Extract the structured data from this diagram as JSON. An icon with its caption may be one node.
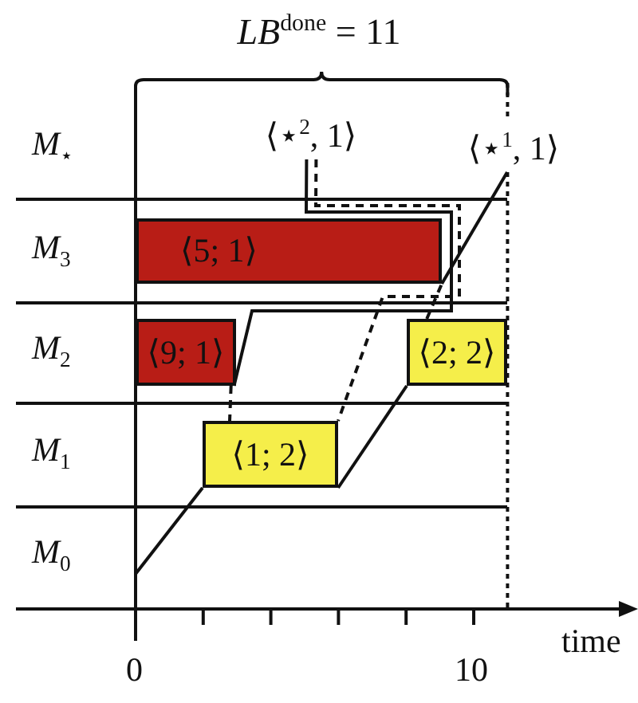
{
  "diagram": {
    "title": "*LB*$^{done}$ = 11",
    "nodes": [
      {
        "text": [
          "⟨⋆$^{2}$, 1⟩"
        ]
      },
      {
        "text": [
          "⟨⋆$^{1}$, 1⟩"
        ]
      },
      {
        "text": [
          "⟨5; 1⟩"
        ]
      },
      {
        "text": [
          "⟨9; 1⟩"
        ]
      },
      {
        "text": [
          "⟨2; 2⟩"
        ]
      },
      {
        "text": [
          "⟨1; 2⟩"
        ]
      }
    ],
    "edges": [
      {
        "from": null,
        "to": 5,
        "arrow": "none"
      },
      {
        "from": 3,
        "to": 0,
        "arrow": "none"
      },
      {
        "from": 5,
        "to": 4,
        "arrow": "none"
      },
      {
        "from": 2,
        "to": 1,
        "arrow": "none"
      },
      {
        "from": 0,
        "to": 5,
        "arrow": "none",
        "style": "dashed"
      },
      {
        "from": 3,
        "to": 5,
        "arrow": "none",
        "style": "dashed"
      },
      {
        "from": 4,
        "to": 2,
        "arrow": "none",
        "style": "dashed"
      }
    ],
    "labels": [
      "*M*$_{⋆}$",
      "*M*$_{3}$",
      "*M*$_{2}$",
      "*M*$_{1}$",
      "*M*$_{0}$",
      "0",
      "10",
      "time"
    ]
  }
}
